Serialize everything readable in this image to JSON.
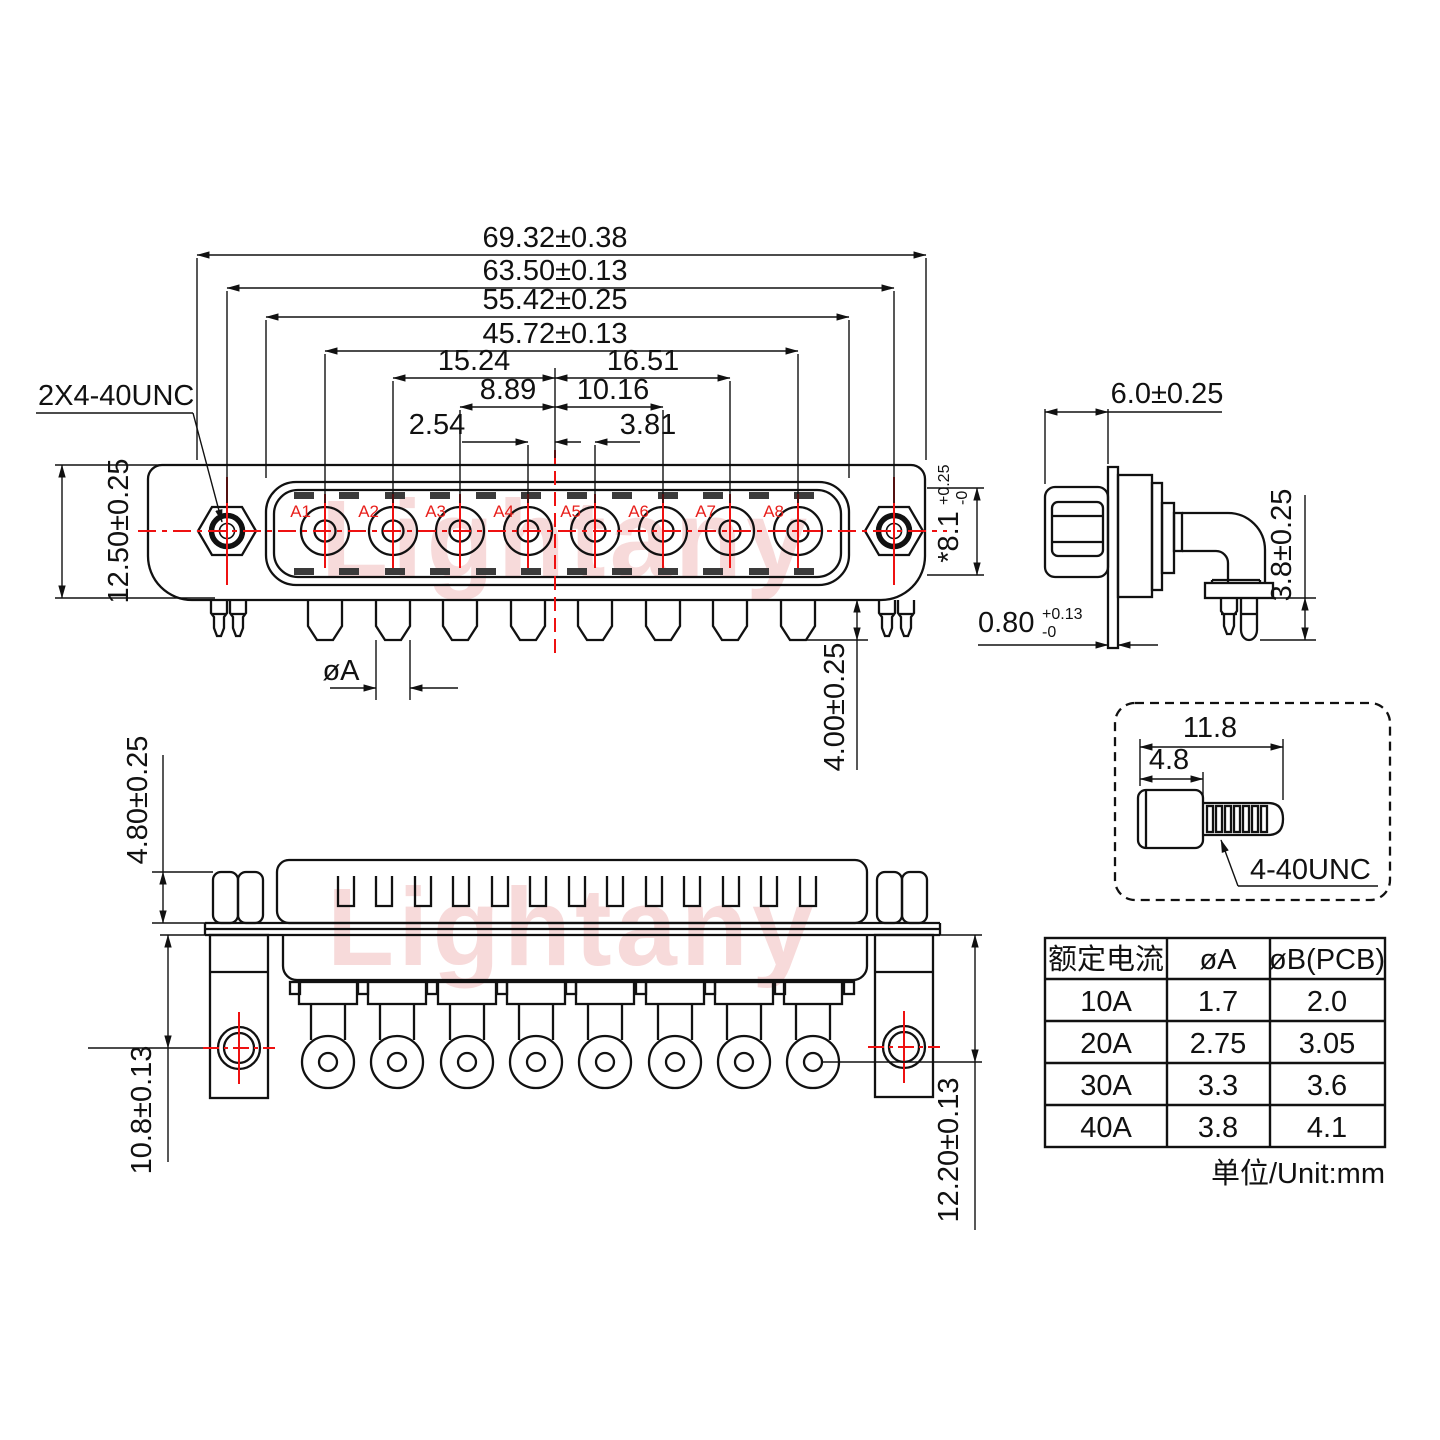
{
  "watermark": {
    "text": "Lightany"
  },
  "front_view": {
    "thread_label": "2X4-40UNC",
    "pin_labels": [
      "A1",
      "A2",
      "A3",
      "A4",
      "A5",
      "A6",
      "A7",
      "A8"
    ],
    "dims": {
      "overall_width": "69.32±0.38",
      "screw_span": "63.50±0.13",
      "shell_width": "55.42±0.25",
      "contact_span": "45.72±0.13",
      "pitch_a2_center": "15.24",
      "pitch_center_a7": "16.51",
      "pitch_a3_center": "8.89",
      "pitch_center_a6": "10.16",
      "pitch_a4_center": "2.54",
      "pitch_center_a5": "3.81",
      "flange_height": "12.50±0.25",
      "pin_diameter_label": "øA",
      "pin_length": "4.00±0.25",
      "boss_height": {
        "value": "*8.1",
        "tol_plus": "+0.25",
        "tol_minus": "-0"
      }
    }
  },
  "side_view": {
    "dims": {
      "front_depth": "6.0±0.25",
      "leg_height": "3.8±0.25",
      "flange_thickness": {
        "value": "0.80",
        "tol_plus": "+0.13",
        "tol_minus": "-0"
      }
    }
  },
  "screw_detail": {
    "dims": {
      "overall_length": "11.8",
      "body_length": "4.8"
    },
    "thread_label": "4-40UNC"
  },
  "bottom_view": {
    "dims": {
      "screw_head_height": "4.80±0.25",
      "hole_row_offset": "10.8±0.13",
      "bracket_depth": "12.20±0.13"
    }
  },
  "spec_table": {
    "headers": [
      "额定电流",
      "øA",
      "øB(PCB)"
    ],
    "rows": [
      [
        "10A",
        "1.7",
        "2.0"
      ],
      [
        "20A",
        "2.75",
        "3.05"
      ],
      [
        "30A",
        "3.3",
        "3.6"
      ],
      [
        "40A",
        "3.8",
        "4.1"
      ]
    ],
    "unit_note": "单位/Unit:mm"
  },
  "colors": {
    "line": "#111111",
    "red": "#ee1111",
    "watermark_pink": "#f0bcbc"
  }
}
